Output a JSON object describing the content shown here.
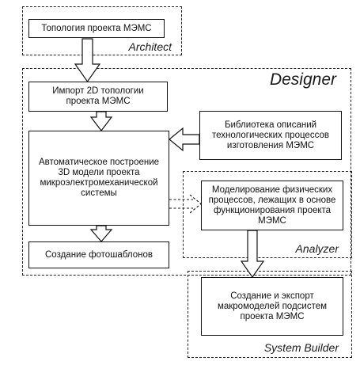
{
  "diagram": {
    "regions": {
      "architect": {
        "label": "Architect"
      },
      "designer": {
        "label": "Designer"
      },
      "analyzer": {
        "label": "Analyzer"
      },
      "system_builder": {
        "label": "System Builder"
      }
    },
    "boxes": {
      "topology": {
        "text": "Топология проекта МЭМС"
      },
      "import_2d": {
        "text": "Импорт 2D топологии\nпроекта МЭМС"
      },
      "library": {
        "text": "Библиотека описаний\nтехнологических процессов\nизготовления МЭМС"
      },
      "auto_3d": {
        "text": "Автоматическое построение\n3D модели проекта\nмикроэлектромеханической\nсистемы"
      },
      "photomasks": {
        "text": "Создание фотошаблонов"
      },
      "modeling": {
        "text": "Моделирование физических\nпроцессов, лежащих в основе\nфункционирования проекта\nМЭМС"
      },
      "export": {
        "text": "Создание и экспорт\nмакромоделей подсистем\nпроекта МЭМС"
      }
    }
  }
}
